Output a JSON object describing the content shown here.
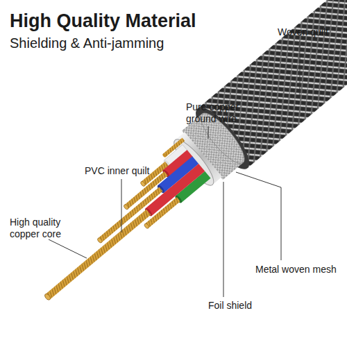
{
  "diagram": {
    "title": "High Quality Material",
    "labels": [
      "Shielding & Anti-jamming",
      "Woven quilt",
      "Pure copper ground wire",
      "PVC inner quilt",
      "High quality copper core",
      "Metal woven mesh",
      "Foil shield"
    ]
  }
}
